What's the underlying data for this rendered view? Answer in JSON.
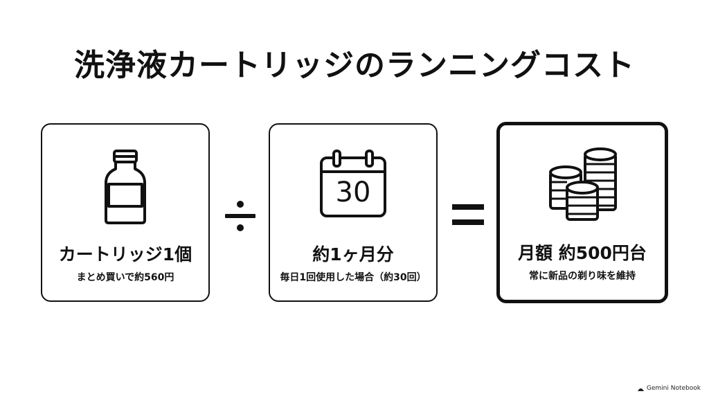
{
  "title": "洗浄液カートリッジのランニングコスト",
  "cards": [
    {
      "title": "カートリッジ1個",
      "subtitle": "まとめ買いで約560円",
      "icon": "bottle-icon"
    },
    {
      "title": "約1ヶ月分",
      "subtitle": "毎日1回使用した場合（約30回）",
      "icon": "calendar-icon",
      "calendar_number": "30"
    },
    {
      "title": "月額 約500円台",
      "subtitle": "常に新品の剃り味を維持",
      "icon": "coins-icon"
    }
  ],
  "operators": [
    "÷",
    "="
  ],
  "footer": {
    "brand": "Gemini Notebook",
    "icon": "notebook-logo-icon"
  }
}
